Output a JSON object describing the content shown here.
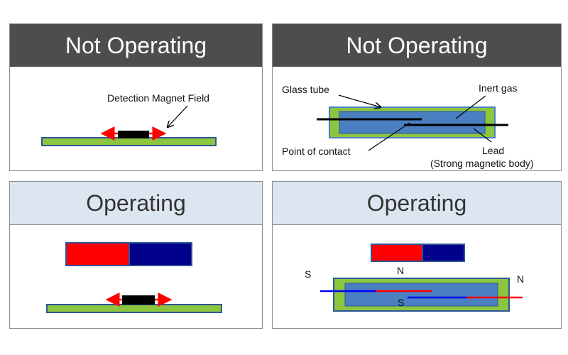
{
  "panels": {
    "top_left": {
      "title": "Not Operating",
      "label": "Detection Magnet Field"
    },
    "top_right": {
      "title": "Not Operating",
      "glass_tube": "Glass tube",
      "inert_gas": "Inert gas",
      "point_of_contact": "Point of contact",
      "lead": "Lead",
      "lead_note": "(Strong magnetic body)"
    },
    "bottom_left": {
      "title": "Operating"
    },
    "bottom_right": {
      "title": "Operating",
      "pole_s_left": "S",
      "pole_n_top": "N",
      "pole_n_right": "N",
      "pole_s_center": "S"
    }
  },
  "colors": {
    "dark_header": "#4d4d4d",
    "light_header": "#dce6f1",
    "tube_green": "#8cc63f",
    "tube_blue": "#4a7fc1",
    "magnet_red": "#ff0000",
    "magnet_blue": "#00008b",
    "arrow_red": "#ff0000"
  }
}
